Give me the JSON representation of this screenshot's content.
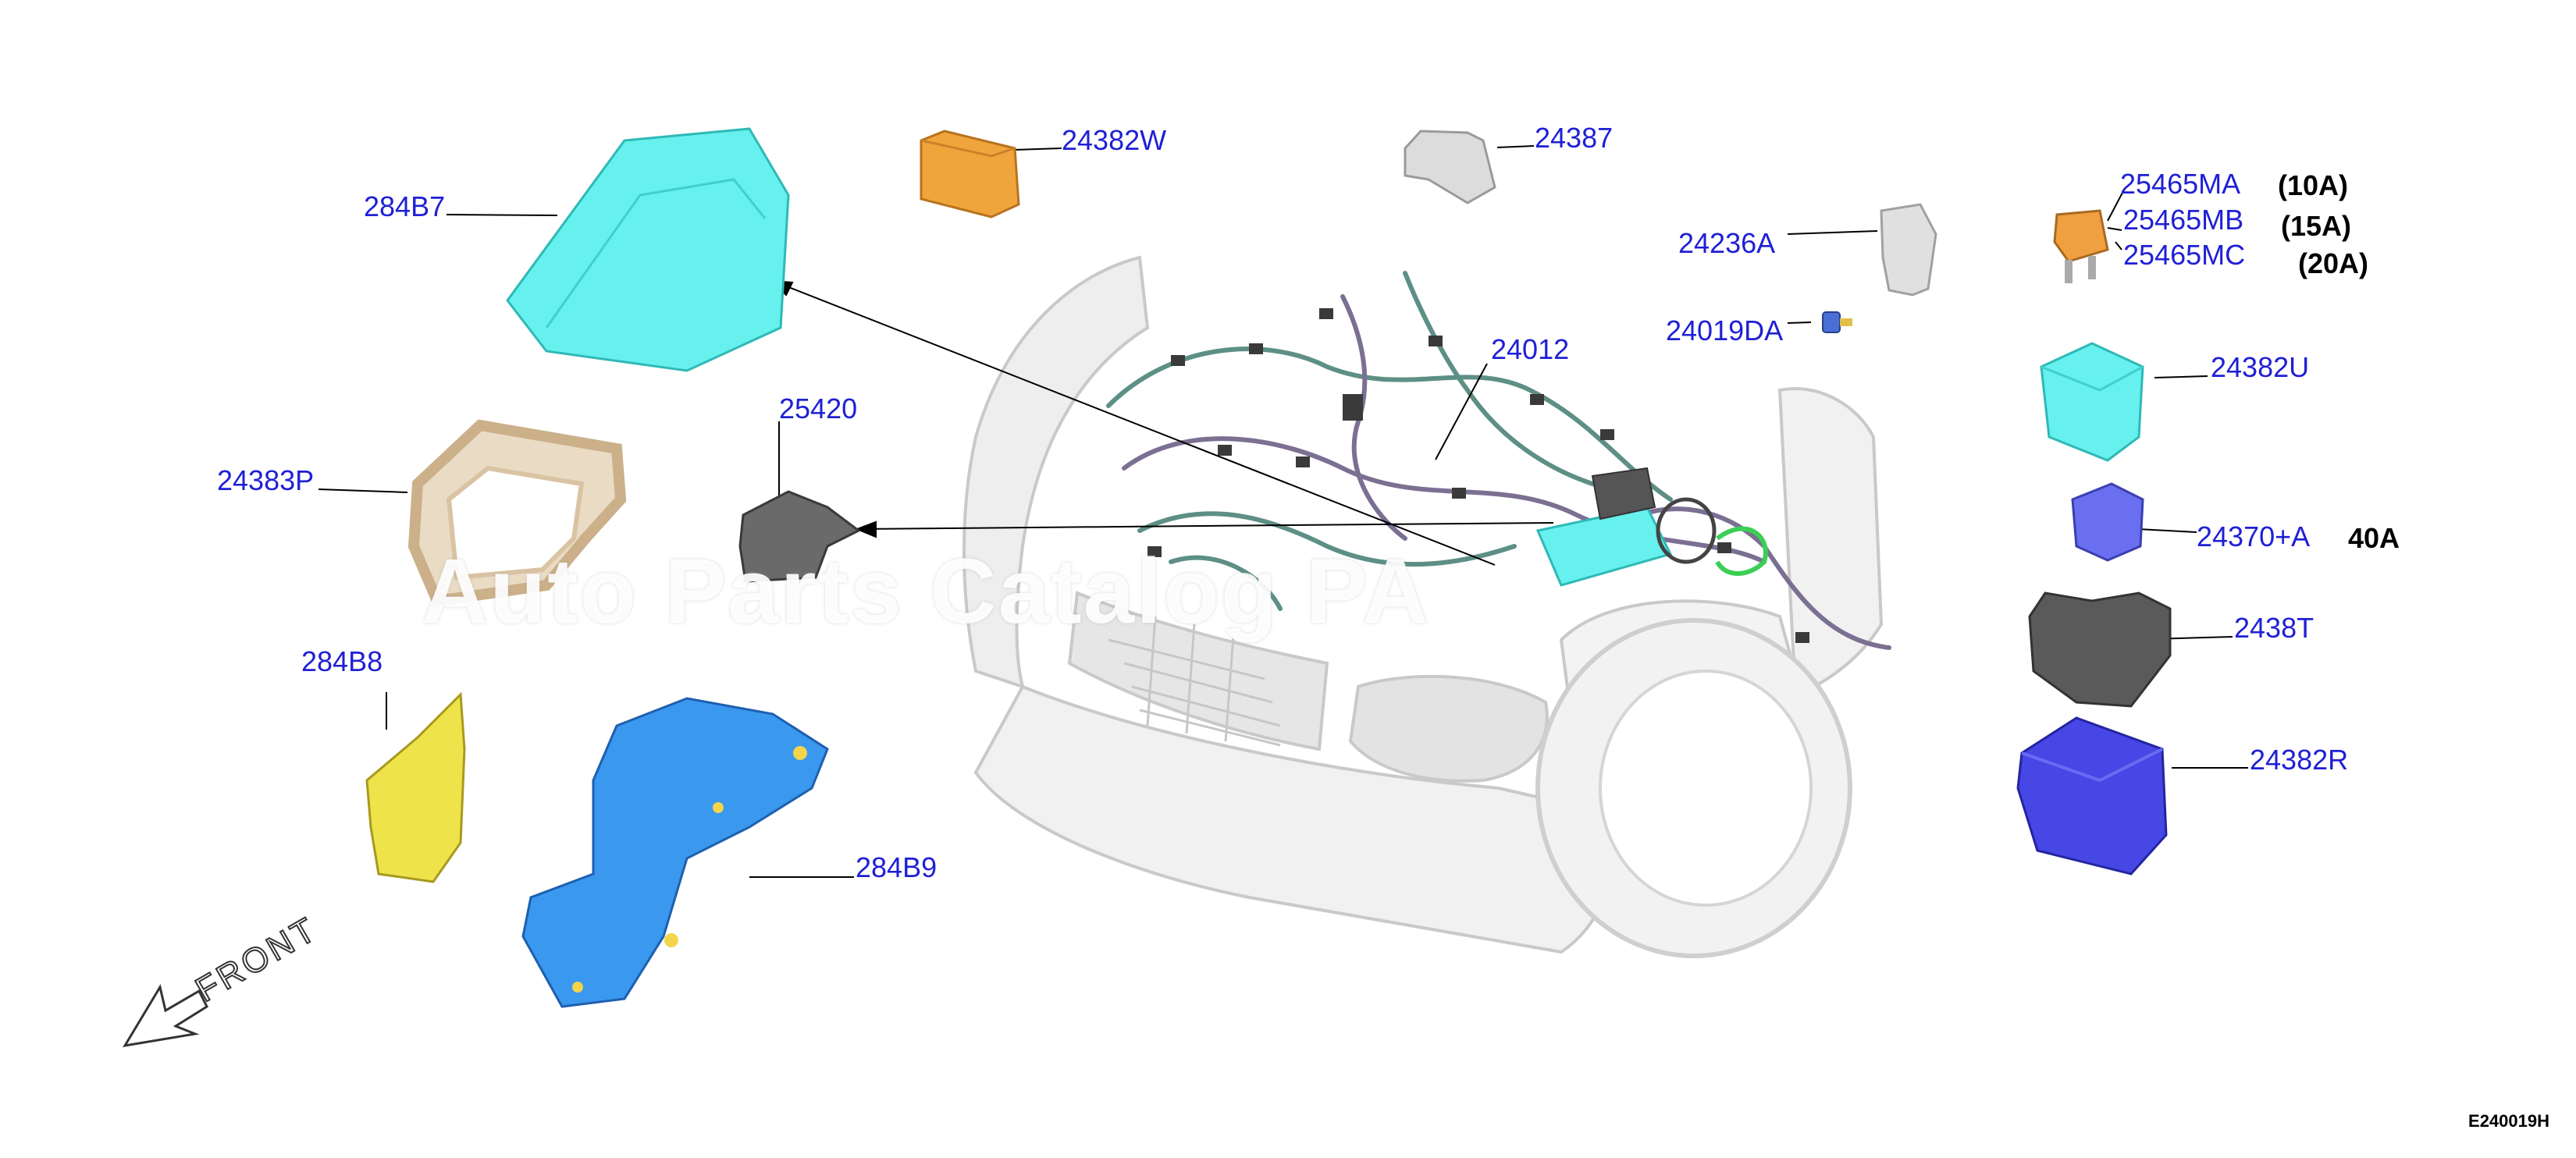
{
  "diagram": {
    "callouts": [
      {
        "id": "c-24382w",
        "code": "24382W"
      },
      {
        "id": "c-24387",
        "code": "24387"
      },
      {
        "id": "c-284b7",
        "code": "284B7"
      },
      {
        "id": "c-24236a",
        "code": "24236A"
      },
      {
        "id": "c-25465ma",
        "code": "25465MA"
      },
      {
        "id": "c-25465mb",
        "code": "25465MB"
      },
      {
        "id": "c-25465mc",
        "code": "25465MC"
      },
      {
        "id": "c-24019da",
        "code": "24019DA"
      },
      {
        "id": "c-24012",
        "code": "24012"
      },
      {
        "id": "c-25420",
        "code": "25420"
      },
      {
        "id": "c-24382u",
        "code": "24382U"
      },
      {
        "id": "c-24383p",
        "code": "24383P"
      },
      {
        "id": "c-24370a",
        "code": "24370+A"
      },
      {
        "id": "c-2438t",
        "code": "2438T"
      },
      {
        "id": "c-284b8",
        "code": "284B8"
      },
      {
        "id": "c-24382r",
        "code": "24382R"
      },
      {
        "id": "c-284b9",
        "code": "284B9"
      }
    ],
    "ratings": {
      "ma": "(10A)",
      "mb": "(15A)",
      "mc": "(20A)",
      "a": "40A"
    },
    "front_label": "FRONT",
    "reference_code": "E240019H",
    "watermark": "Auto Parts Catalog PA"
  },
  "colors": {
    "callout_text": "#1f1fd6",
    "cyan_part": "#66f0ee",
    "blue_bracket": "#3a98ee",
    "orange_relay": "#f0a53c",
    "fuse_orange": "#f0a040",
    "beige_frame": "#d9c3a3",
    "yellow_bracket": "#eee34a",
    "purple_relay": "#6a6ff0",
    "blue_cover": "#4747e6",
    "gray_part": "#7a7a7a"
  }
}
